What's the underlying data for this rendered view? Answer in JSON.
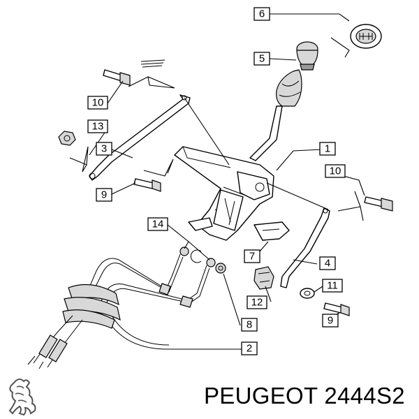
{
  "brand": {
    "caption": "PEUGEOT 2444S2"
  },
  "callouts": {
    "c1": "1",
    "c2": "2",
    "c3": "3",
    "c4": "4",
    "c5": "5",
    "c6": "6",
    "c7": "7",
    "c8": "8",
    "c9a": "9",
    "c9b": "9",
    "c10a": "10",
    "c10b": "10",
    "c11": "11",
    "c12": "12",
    "c13": "13",
    "c14": "14"
  },
  "colors": {
    "line": "#000000",
    "background": "#ffffff",
    "shade": "#d8d8d8"
  },
  "icons": {
    "logo": "peugeot-lion-logo"
  }
}
